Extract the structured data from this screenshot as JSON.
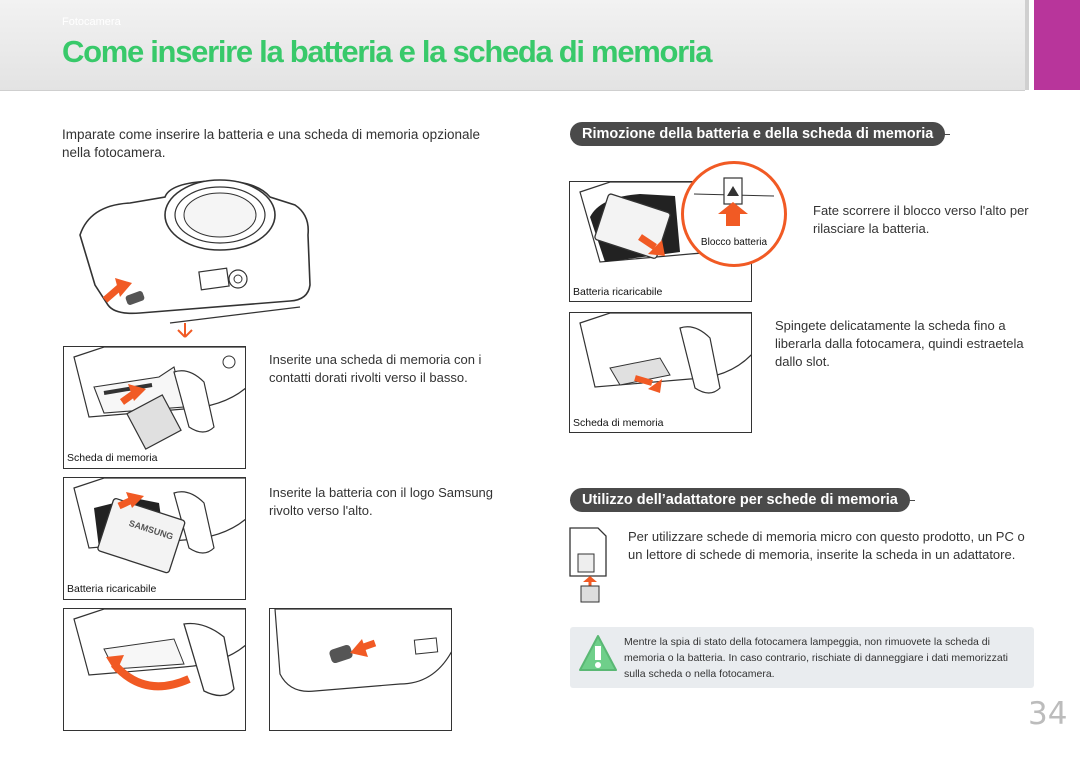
{
  "header": {
    "section": "Fotocamera",
    "title": "Come inserire la batteria e la scheda di memoria"
  },
  "intro": "Imparate come inserire la batteria e una scheda di memoria opzionale nella fotocamera.",
  "insert_steps": [
    {
      "text": "Inserite una scheda di memoria con i contatti dorati rivolti verso il basso.",
      "caption": "Scheda di memoria"
    },
    {
      "text": "Inserite la batteria con il logo Samsung rivolto verso l'alto.",
      "caption": "Batteria ricaricabile",
      "logo": "SAMSUNG"
    }
  ],
  "removal": {
    "heading": "Rimozione della batteria e della scheda di memoria",
    "steps": [
      {
        "text": "Fate scorrere il blocco verso l'alto per rilasciare la batteria.",
        "caption": "Batteria ricaricabile",
        "callout": "Blocco batteria"
      },
      {
        "text": "Spingete delicatamente la scheda fino a liberarla dalla fotocamera, quindi estraetela dallo slot.",
        "caption": "Scheda di memoria"
      }
    ]
  },
  "adapter": {
    "heading": "Utilizzo dell’adattatore per schede di memoria",
    "text": "Per utilizzare schede di memoria micro con questo prodotto, un PC o un lettore di schede di memoria, inserite la scheda in un adattatore."
  },
  "warning": {
    "icon": "warning-icon",
    "text": "Mentre la spia di stato della fotocamera lampeggia, non rimuovete la scheda di memoria o la batteria. In caso contrario, rischiate di danneggiare i dati memorizzati sulla scheda o nella fotocamera."
  },
  "page_number": "34",
  "colors": {
    "accent": "#38c96a",
    "tab": "#b8359b",
    "arrow": "#f15a24",
    "pill": "#4a4a4a"
  }
}
